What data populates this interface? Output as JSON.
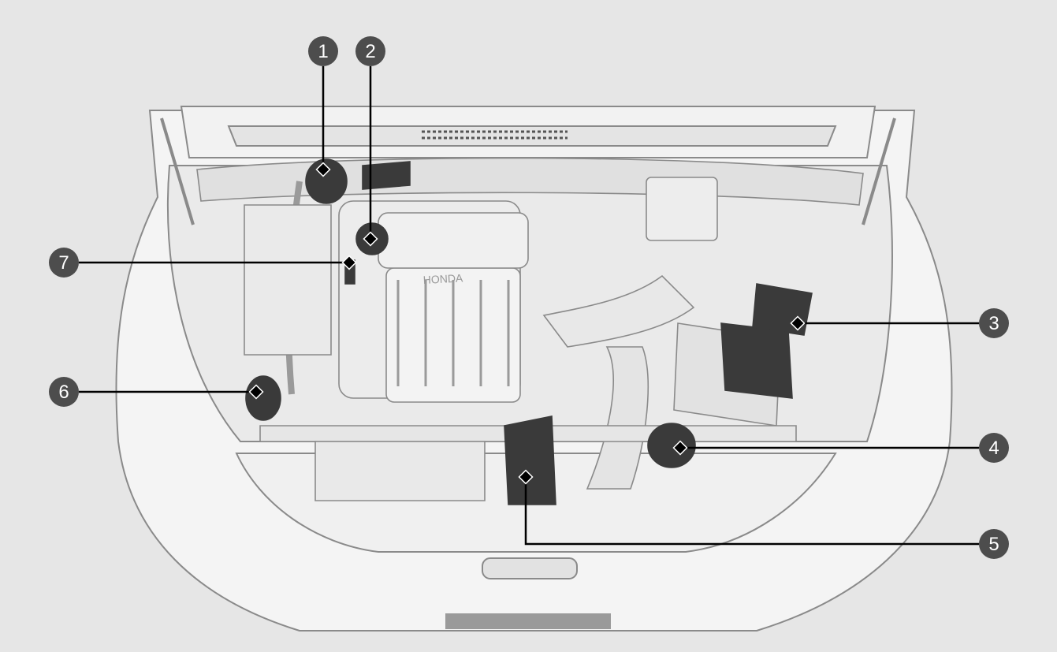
{
  "colors": {
    "background": "#e6e6e6",
    "badge_fill": "#4d4d4d",
    "leader_line": "#000000",
    "drawing_line": "#8a8a8a",
    "car_body": "#f4f4f4",
    "dark_components": "#3a3a3a"
  },
  "callouts": [
    {
      "id": "callout-1",
      "label": "1"
    },
    {
      "id": "callout-2",
      "label": "2"
    },
    {
      "id": "callout-3",
      "label": "3"
    },
    {
      "id": "callout-4",
      "label": "4"
    },
    {
      "id": "callout-5",
      "label": "5"
    },
    {
      "id": "callout-6",
      "label": "6"
    },
    {
      "id": "callout-7",
      "label": "7"
    }
  ],
  "engine_cover_text": "HONDA"
}
